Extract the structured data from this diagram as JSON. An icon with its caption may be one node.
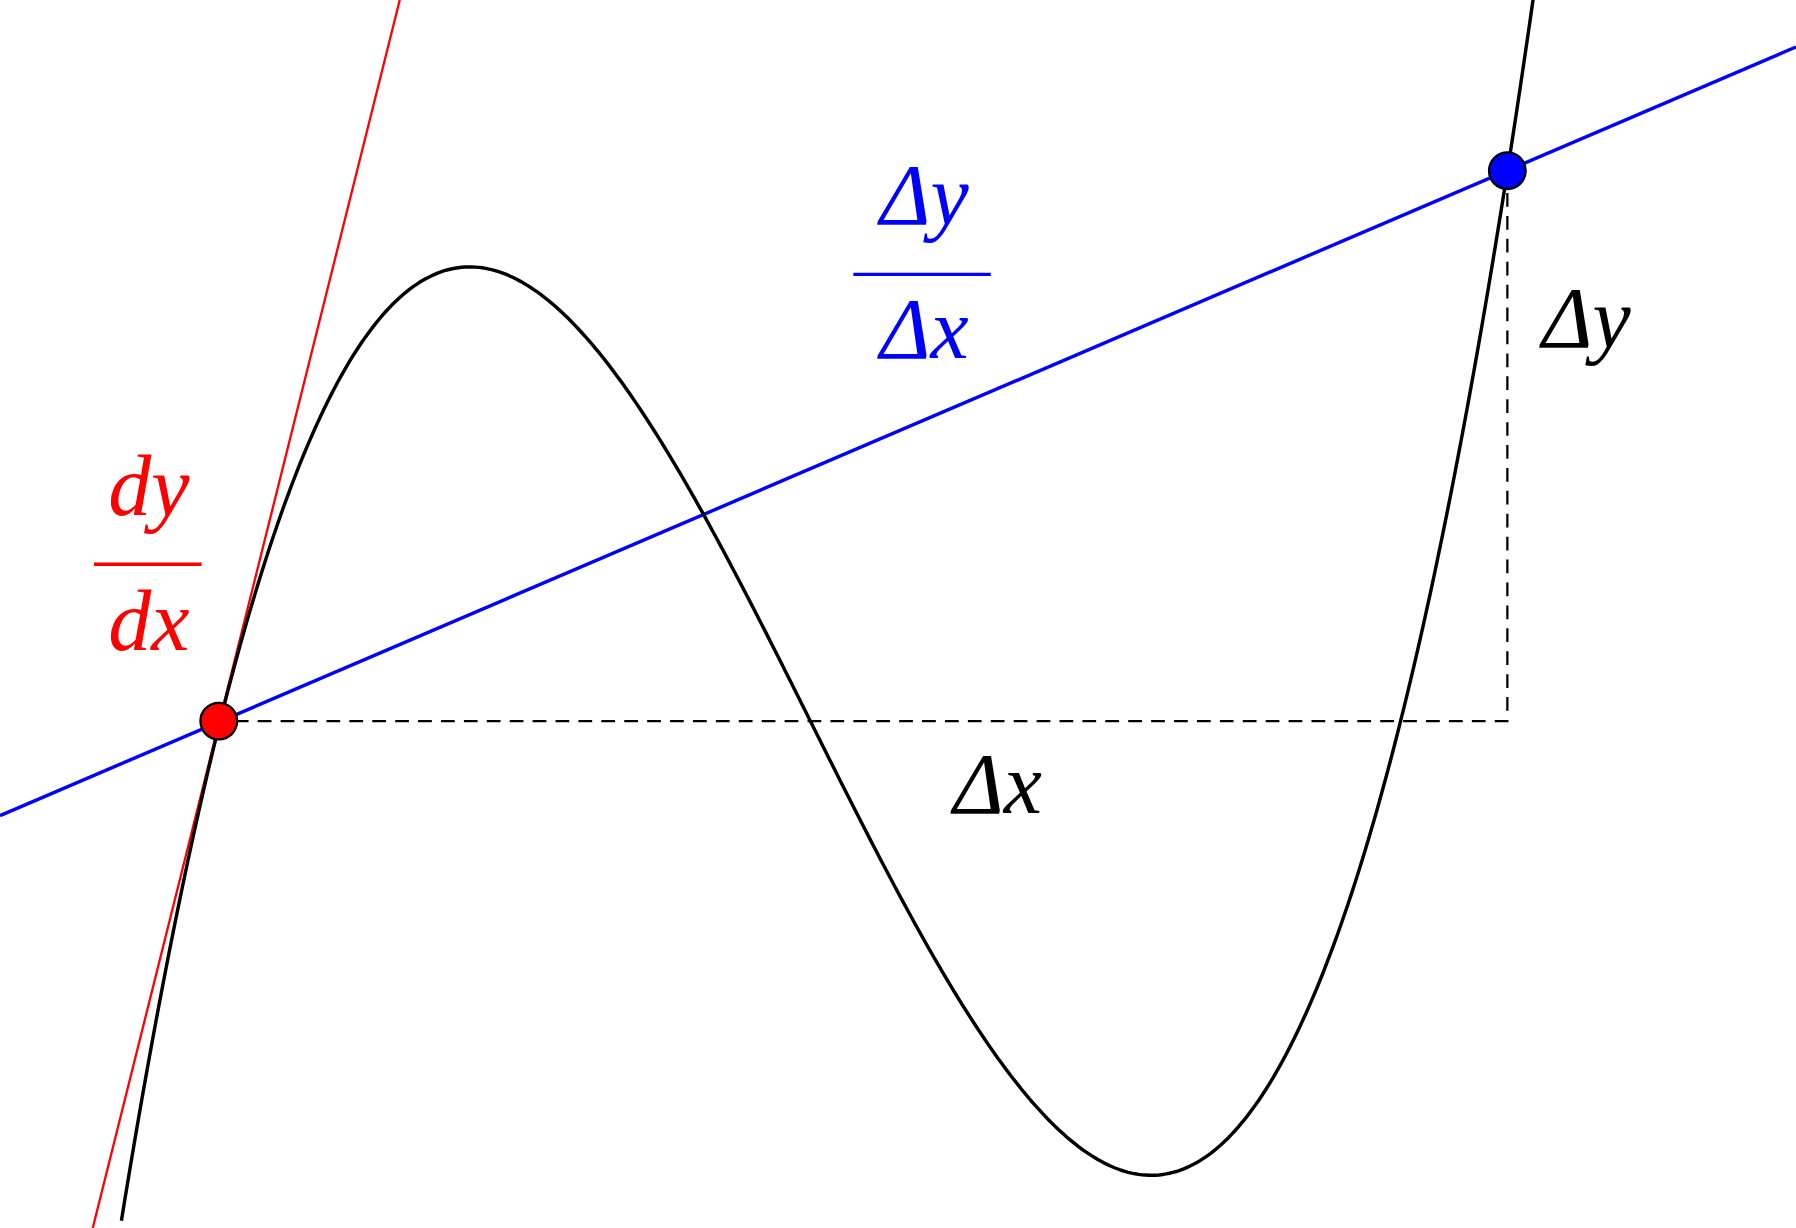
{
  "diagram": {
    "labels": [
      "Δy",
      "Δx",
      "Δy",
      "dy",
      "dx",
      "Δx"
    ]
  }
}
